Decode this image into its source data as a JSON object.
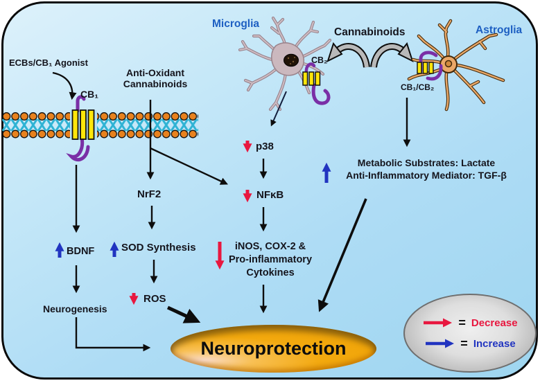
{
  "colors": {
    "background_blue": "#aedcf5",
    "border": "#0a0a0a",
    "label_dark": "#14141c",
    "cell_label_blue": "#1d5fc2",
    "arrow_blue": "#2134c0",
    "arrow_red": "#e8173f",
    "membrane_orange": "#e8821e",
    "membrane_teal": "#2fb3d4",
    "receptor_yellow": "#ffe60a",
    "receptor_purple": "#7a2fa6",
    "neuroprotection_gold": "#f3a90e",
    "legend_gray": "#c9c9c9"
  },
  "left_pathway": {
    "agonist_label": "ECBs/CB₁ Agonist",
    "receptor_label": "CB₁",
    "bdnf_label": "BDNF",
    "neurogenesis_label": "Neurogenesis"
  },
  "antioxidant_pathway": {
    "line1": "Anti-Oxidant",
    "line2": "Cannabinoids",
    "nrf2_label": "NrF2",
    "sod_label": "SOD Synthesis",
    "ros_label": "ROS"
  },
  "microglia_pathway": {
    "cell_label": "Microglia",
    "receptor_label": "CB₂",
    "p38_label": "p38",
    "nfkb_label": "NFκB",
    "inos_line1": "iNOS, COX-2 &",
    "inos_line2": "Pro-inflammatory",
    "inos_line3": "Cytokines"
  },
  "astroglia_pathway": {
    "cell_label": "Astroglia",
    "receptor_label": "CB₁/CB₂",
    "mediators_line1": "Metabolic Substrates: Lactate",
    "mediators_line2": "Anti-Inflammatory Mediator: TGF-β"
  },
  "cannabinoids_label": "Cannabinoids",
  "outcome": {
    "label": "Neuroprotection"
  },
  "legend": {
    "equals": "=",
    "decrease_label": "Decrease",
    "increase_label": "Increase"
  }
}
